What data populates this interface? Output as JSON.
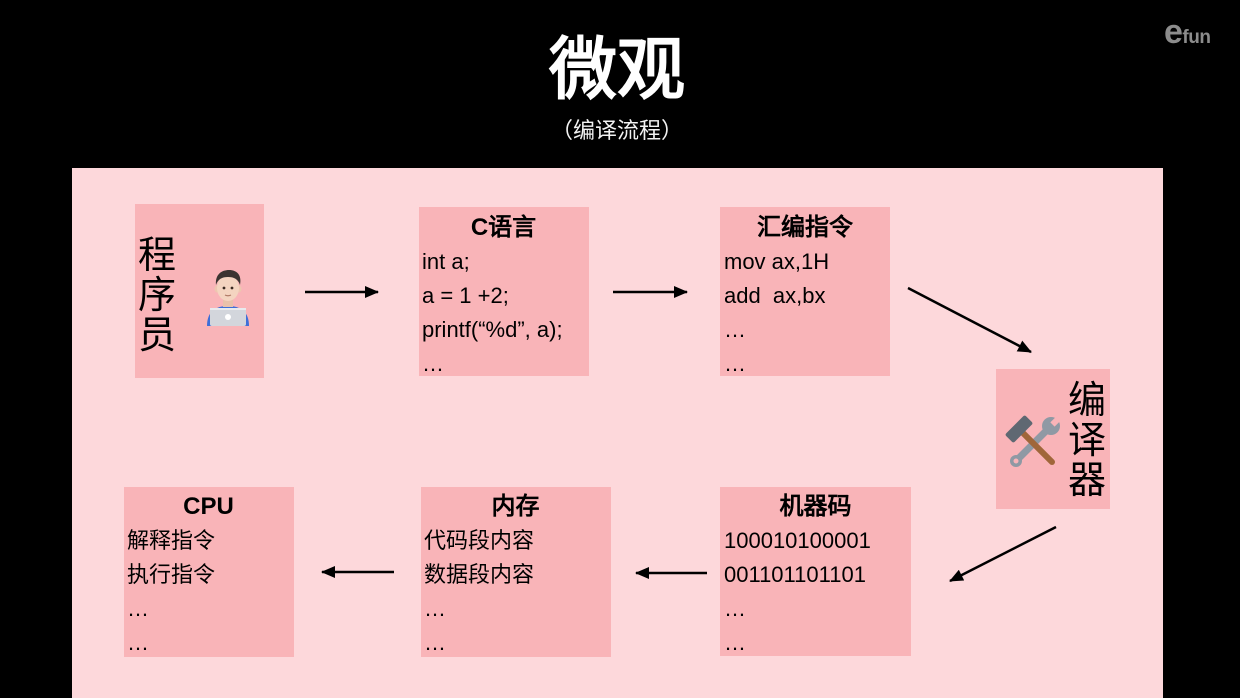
{
  "slide": {
    "title": "微观",
    "subtitle": "（编译流程）",
    "logo": "efun"
  },
  "colors": {
    "background": "#000000",
    "panel": "#fdd8db",
    "box": "#f9b4b8",
    "text": "#000000",
    "arrow": "#000000",
    "logo": "#8c8c8c"
  },
  "diagram": {
    "programmer": {
      "label": "程序员",
      "icon": "technologist-icon"
    },
    "c_language": {
      "title": "C语言",
      "lines": [
        "int a;",
        "a = 1 +2;",
        "printf(“%d”, a);",
        "…"
      ]
    },
    "assembly": {
      "title": "汇编指令",
      "lines": [
        "mov ax,1H",
        "add  ax,bx",
        "…",
        "…"
      ]
    },
    "compiler": {
      "label": "编译器",
      "icon": "hammer-and-wrench-icon"
    },
    "machine_code": {
      "title": "机器码",
      "lines": [
        "100010100001",
        "001101101101",
        "…",
        "…"
      ]
    },
    "memory": {
      "title": "内存",
      "lines": [
        "代码段内容",
        "数据段内容",
        "…",
        "…"
      ]
    },
    "cpu": {
      "title": "CPU",
      "lines": [
        "解释指令",
        "执行指令",
        "…",
        "…"
      ]
    }
  }
}
